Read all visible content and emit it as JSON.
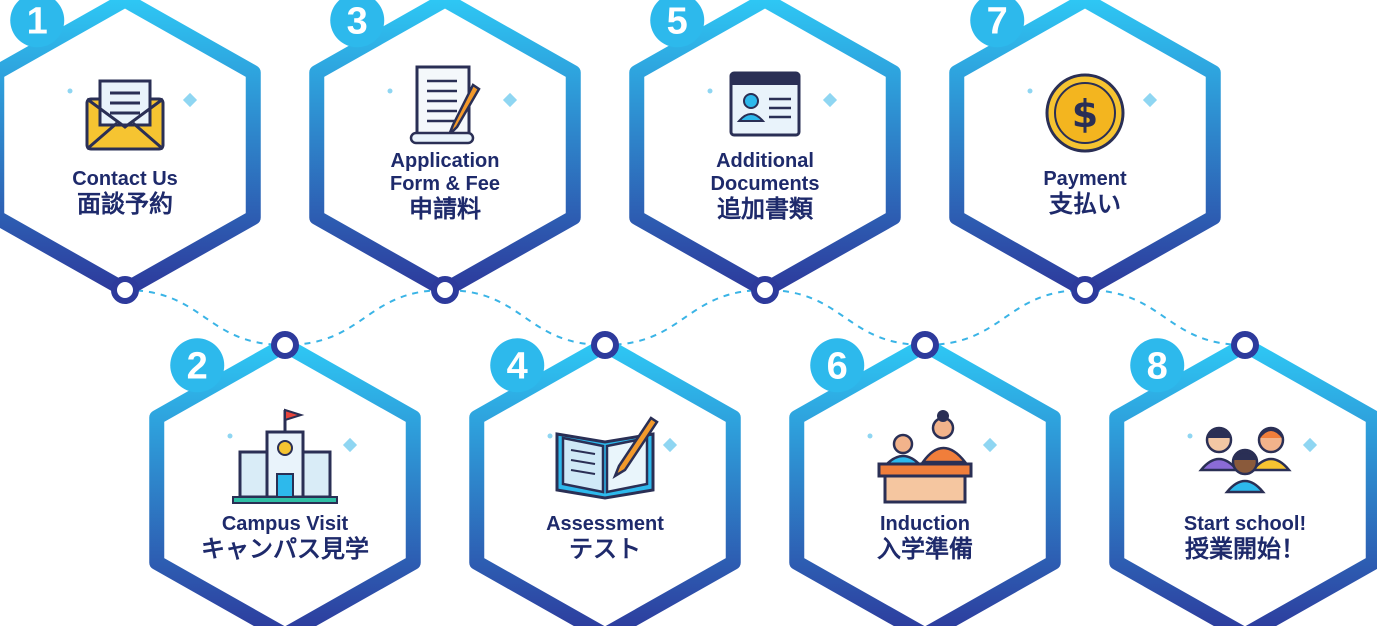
{
  "colors": {
    "hex_top": "#2ec7f4",
    "hex_bottom": "#2d3a9c",
    "label": "#1e2a6b",
    "badge": "#2db9ec",
    "connector": "#3ab4e6"
  },
  "steps": [
    {
      "number": "1",
      "en": [
        "Contact Us"
      ],
      "jp": "面談予約",
      "icon": "envelope-icon"
    },
    {
      "number": "2",
      "en": [
        "Campus Visit"
      ],
      "jp": "キャンパス見学",
      "icon": "school-building-icon"
    },
    {
      "number": "3",
      "en": [
        "Application",
        "Form & Fee"
      ],
      "jp": "申請料",
      "icon": "scroll-document-icon"
    },
    {
      "number": "4",
      "en": [
        "Assessment"
      ],
      "jp": "テスト",
      "icon": "open-book-pencil-icon"
    },
    {
      "number": "5",
      "en": [
        "Additional",
        "Documents"
      ],
      "jp": "追加書類",
      "icon": "profile-document-icon"
    },
    {
      "number": "6",
      "en": [
        "Induction"
      ],
      "jp": "入学準備",
      "icon": "student-teacher-desk-icon"
    },
    {
      "number": "7",
      "en": [
        "Payment"
      ],
      "jp": "支払い",
      "icon": "dollar-coin-icon"
    },
    {
      "number": "8",
      "en": [
        "Start school!"
      ],
      "jp": "授業開始！",
      "icon": "students-group-icon"
    }
  ]
}
